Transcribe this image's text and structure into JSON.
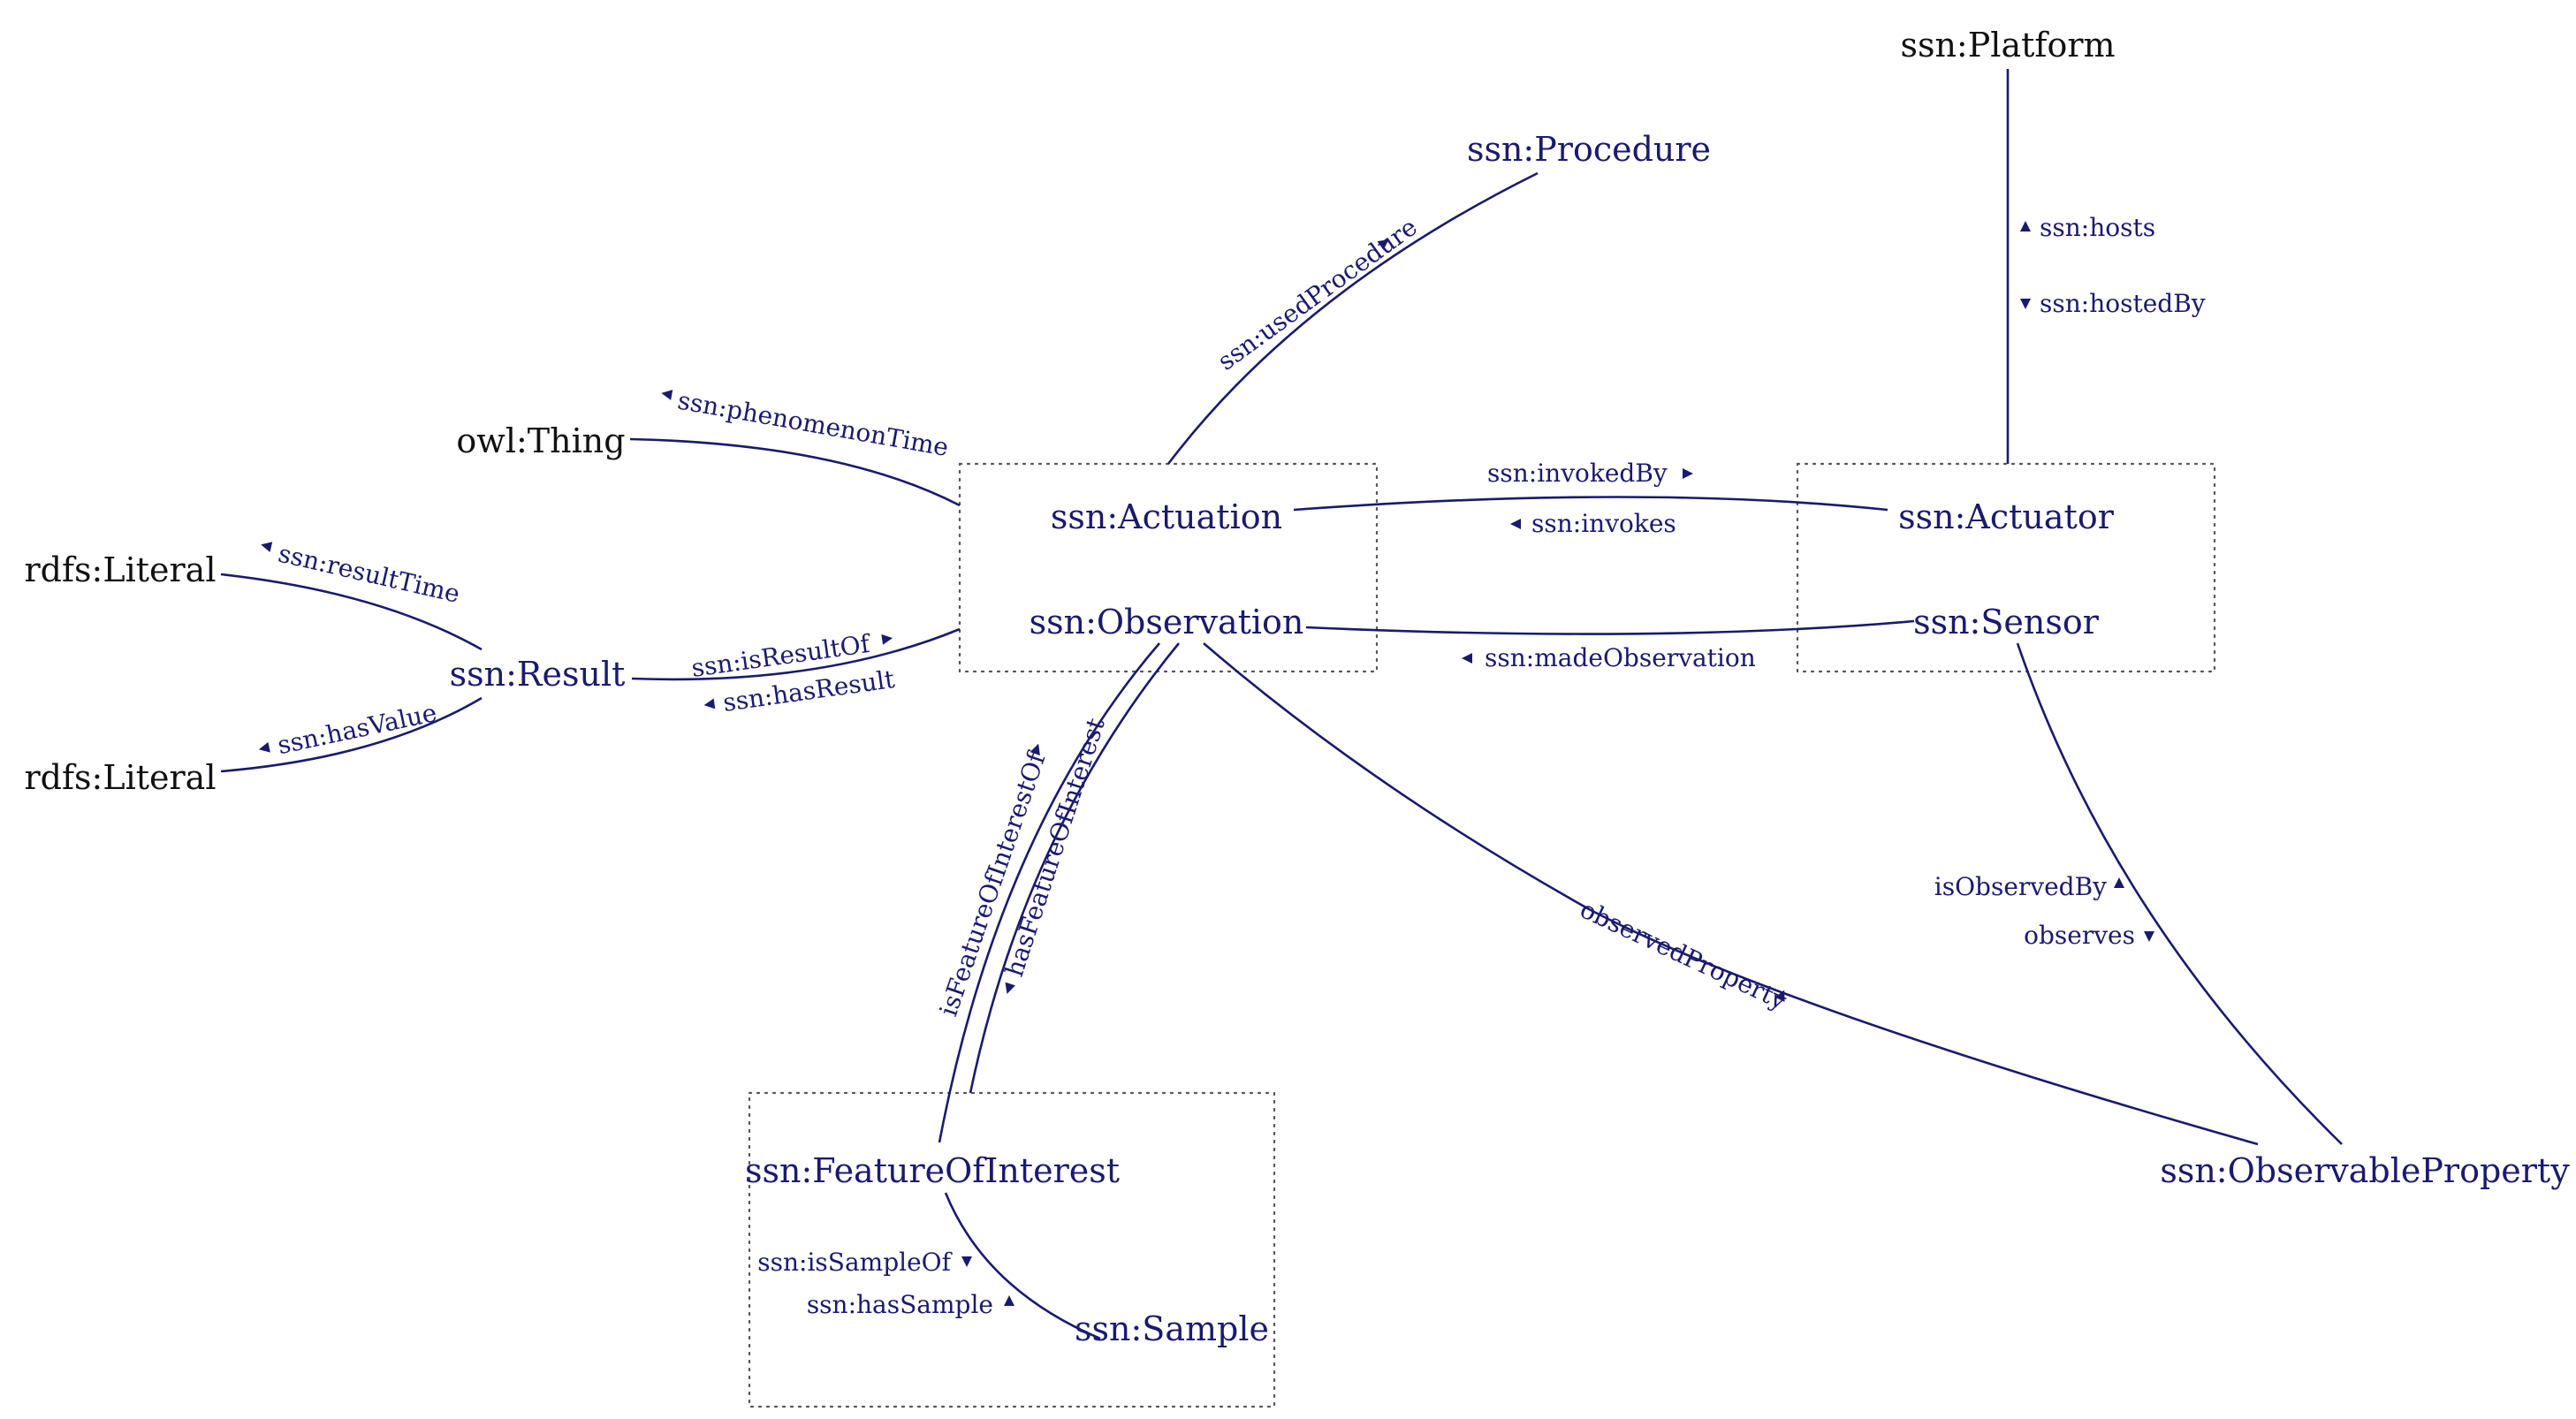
{
  "colors": {
    "ontology_blue": "#1a1a6e",
    "external_black": "#111111",
    "group_border": "#555555"
  },
  "nodes": {
    "platform": "ssn:Platform",
    "procedure": "ssn:Procedure",
    "owl_thing": "owl:Thing",
    "rdfs_literal_result_time": "rdfs:Literal",
    "rdfs_literal_has_value": "rdfs:Literal",
    "result": "ssn:Result",
    "actuation": "ssn:Actuation",
    "observation": "ssn:Observation",
    "actuator": "ssn:Actuator",
    "sensor": "ssn:Sensor",
    "feature_of_interest": "ssn:FeatureOfInterest",
    "sample": "ssn:Sample",
    "observable_property": "ssn:ObservableProperty"
  },
  "edges": {
    "hosts": "ssn:hosts",
    "hosted_by": "ssn:hostedBy",
    "used_procedure": "ssn:usedProcedure",
    "phenomenon_time": "ssn:phenomenonTime",
    "invoked_by": "ssn:invokedBy",
    "invokes": "ssn:invokes",
    "made_observation": "ssn:madeObservation",
    "result_time": "ssn:resultTime",
    "has_value": "ssn:hasValue",
    "is_result_of": "ssn:isResultOf",
    "has_result": "ssn:hasResult",
    "is_feature_of_interest_of": "isFeatureOfInterestOf",
    "has_feature_of_interest": "hasFeatureOfInterest",
    "observed_property": "observedProperty",
    "is_observed_by": "isObservedBy",
    "observes": "observes",
    "is_sample_of": "ssn:isSampleOf",
    "has_sample": "ssn:hasSample"
  }
}
